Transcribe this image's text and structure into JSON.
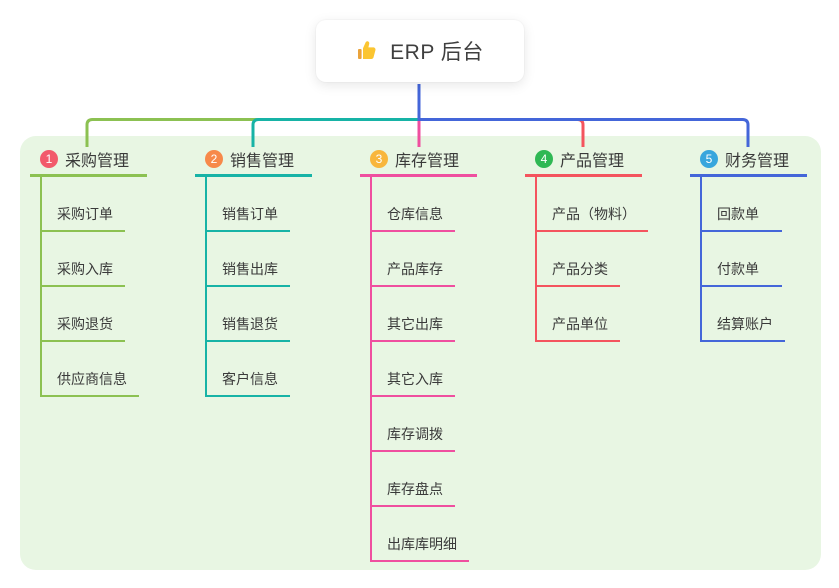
{
  "root": {
    "label": "ERP 后台",
    "icon": "thumbs-up-icon"
  },
  "theme": {
    "page_bg": "#ffffff",
    "panel_bg": "#e8f6e3",
    "root_line_color": "#4466d9",
    "text_color": "#3a3a3a"
  },
  "branches": [
    {
      "number": "1",
      "label": "采购管理",
      "color": "#8cc152",
      "badge_color": "#f25a6b",
      "children": [
        "采购订单",
        "采购入库",
        "采购退货",
        "供应商信息"
      ]
    },
    {
      "number": "2",
      "label": "销售管理",
      "color": "#17b3a6",
      "badge_color": "#f7894a",
      "children": [
        "销售订单",
        "销售出库",
        "销售退货",
        "客户信息"
      ]
    },
    {
      "number": "3",
      "label": "库存管理",
      "color": "#ef4f9f",
      "badge_color": "#f8b63c",
      "children": [
        "仓库信息",
        "产品库存",
        "其它出库",
        "其它入库",
        "库存调拨",
        "库存盘点",
        "出库库明细"
      ]
    },
    {
      "number": "4",
      "label": "产品管理",
      "color": "#f4545e",
      "badge_color": "#2fb854",
      "children": [
        "产品（物料）",
        "产品分类",
        "产品单位"
      ]
    },
    {
      "number": "5",
      "label": "财务管理",
      "color": "#4466d9",
      "badge_color": "#38a6dd",
      "children": [
        "回款单",
        "付款单",
        "结算账户"
      ]
    }
  ]
}
